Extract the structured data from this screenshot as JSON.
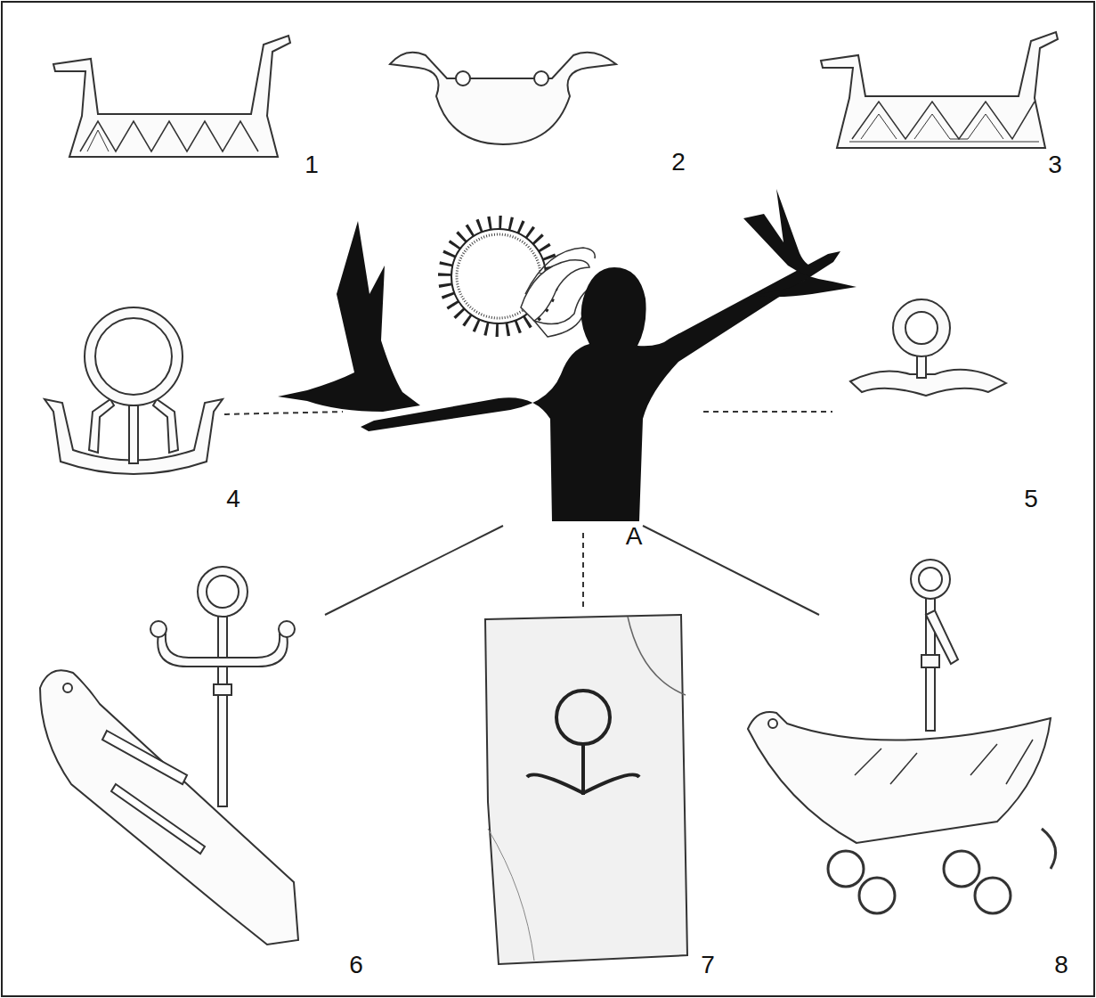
{
  "diagram": {
    "labels": [
      "1",
      "2",
      "3",
      "4",
      "5",
      "A",
      "6",
      "7",
      "8"
    ]
  }
}
